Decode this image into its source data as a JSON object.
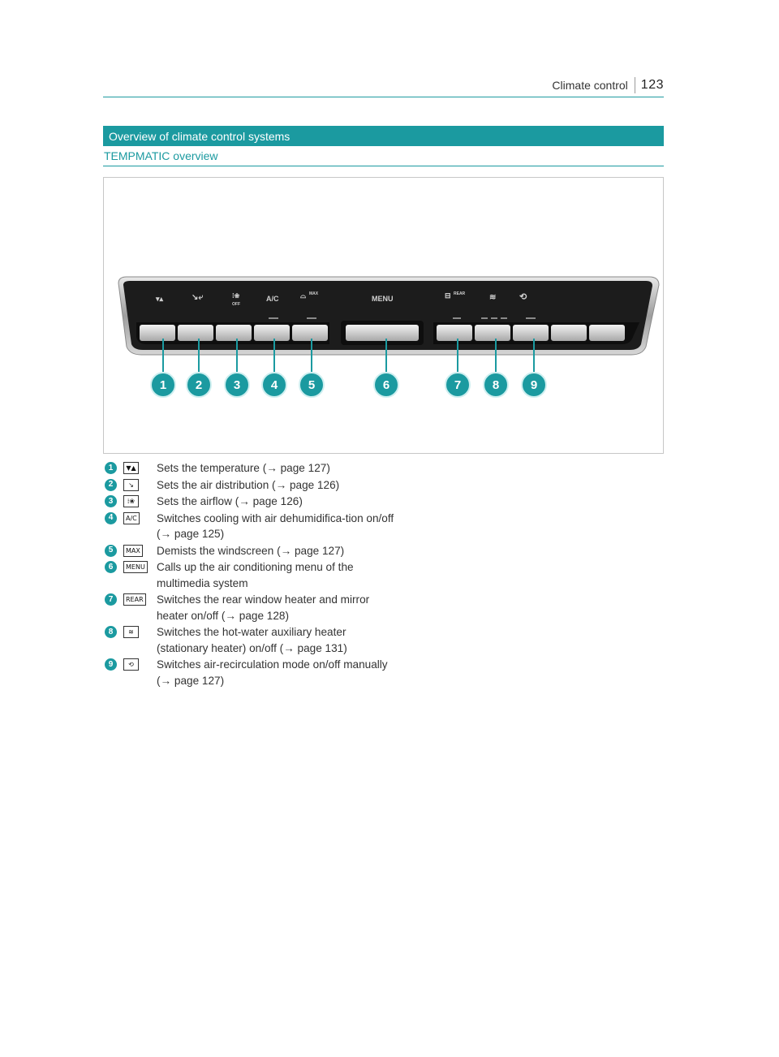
{
  "running_head": {
    "chapter": "Climate control",
    "page_number": "123"
  },
  "section_title": "Overview of climate control systems",
  "subsection_title": "TEMPMATIC overview",
  "colors": {
    "accent": "#1b9aa0",
    "panel_dark": "#1c1c1c",
    "chrome": "#b8b8b8"
  },
  "figure": {
    "panel_labels": [
      "A/C",
      "MENU",
      "REAR",
      "OFF",
      "MAX"
    ],
    "callouts": [
      "1",
      "2",
      "3",
      "4",
      "5",
      "6",
      "7",
      "8",
      "9"
    ]
  },
  "legend": [
    {
      "number": "1",
      "symbol": "▼▲",
      "text": "Sets the temperature (",
      "xref": "→ page 127)"
    },
    {
      "number": "2",
      "symbol": "↘",
      "text": "Sets the air distribution (",
      "xref": "→ page 126)"
    },
    {
      "number": "3",
      "symbol": "⁞❀",
      "text": "Sets the airflow (",
      "xref": "→ page 126)"
    },
    {
      "number": "4",
      "symbol": "A/C",
      "text": "Switches cooling with air dehumidifica-tion on/off (",
      "xref": "→ page 125)"
    },
    {
      "number": "5",
      "symbol": "MAX",
      "text": "Demists the windscreen (",
      "xref": "→ page 127)"
    },
    {
      "number": "6",
      "symbol": "MENU",
      "text": "Calls up the air conditioning menu of the multimedia system",
      "xref": ""
    },
    {
      "number": "7",
      "symbol": "REAR",
      "text": "Switches the rear window heater and mirror heater on/off (",
      "xref": "→ page 128)"
    },
    {
      "number": "8",
      "symbol": "≋",
      "text": "Switches the hot-water auxiliary heater (stationary heater) on/off (",
      "xref": "→ page 131)"
    },
    {
      "number": "9",
      "symbol": "⟲",
      "text": "Switches air-recirculation mode on/off manually (",
      "xref": "→ page 127)"
    }
  ]
}
